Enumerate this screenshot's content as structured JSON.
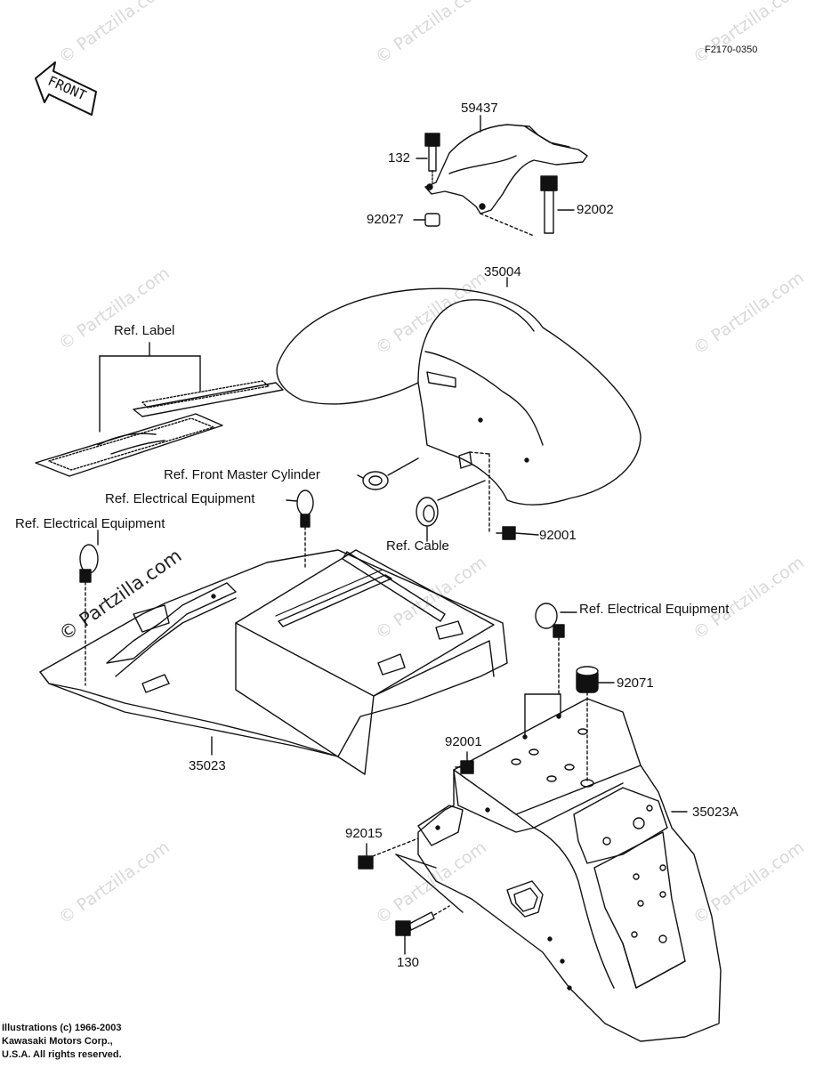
{
  "diagram_code": "F2170-0350",
  "front_label": "FRONT",
  "watermark": "© Partzilla.com",
  "labels": {
    "p59437": "59437",
    "p132": "132",
    "p92027": "92027",
    "p92002": "92002",
    "p35004": "35004",
    "ref_label": "Ref. Label",
    "ref_front_master_cylinder": "Ref. Front Master Cylinder",
    "ref_electrical_equipment_1": "Ref. Electrical Equipment",
    "ref_electrical_equipment_2": "Ref. Electrical Equipment",
    "ref_cable": "Ref. Cable",
    "p92001_a": "92001",
    "ref_electrical_equipment_3": "Ref. Electrical Equipment",
    "p92071": "92071",
    "p92001_b": "92001",
    "p35023": "35023",
    "p35023A": "35023A",
    "p92015": "92015",
    "p130": "130"
  },
  "copyright": {
    "line1": "Illustrations (c) 1966-2003",
    "line2": "Kawasaki Motors Corp.,",
    "line3": "U.S.A. All rights reserved."
  }
}
